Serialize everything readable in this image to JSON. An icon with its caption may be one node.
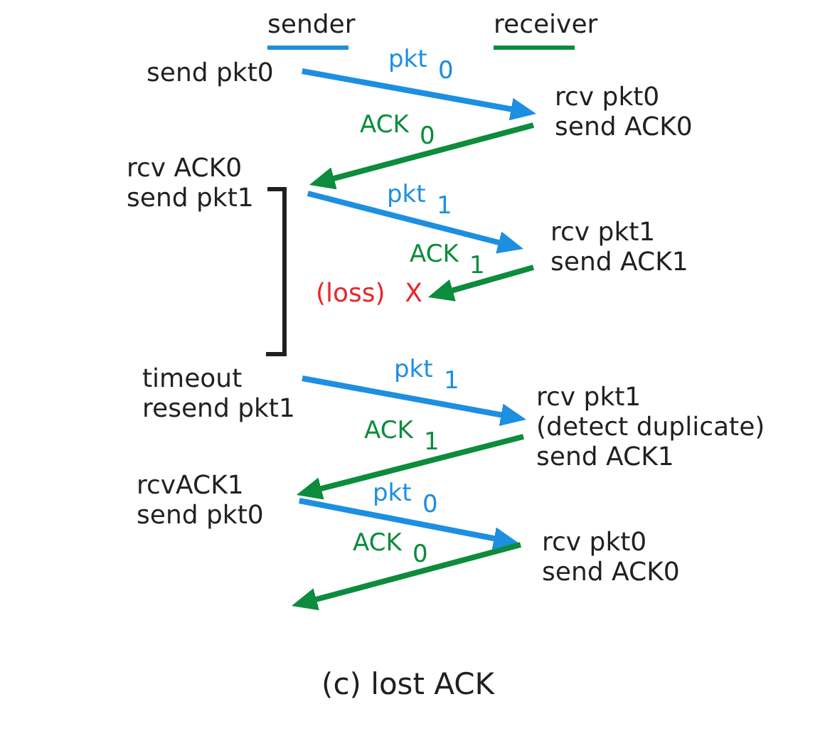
{
  "diagram": {
    "caption": "(c) lost ACK",
    "nodes": [
      {
        "text": [
          "send pkt0"
        ]
      },
      {
        "text": [
          "rcv pkt0 send ACK0"
        ]
      },
      {
        "text": [
          "rcv ACK0 send pkt1"
        ]
      },
      {
        "text": [
          "rcv pkt1 send ACK1"
        ]
      },
      {
        "text": [
          "(loss) X"
        ]
      },
      {
        "text": [
          "timeout resend pkt1"
        ]
      },
      {
        "text": [
          "rcv pkt1 (detect duplicate) send ACK1"
        ]
      },
      {
        "text": [
          "rcvACK1 send pkt0"
        ]
      },
      {
        "text": [
          "rcv pkt0 send ACK0"
        ]
      }
    ],
    "edges": [
      {
        "from": 0,
        "to": 1,
        "arrow": "to",
        "label": "pkt$_{0}$",
        "color": "#1d8fe1"
      },
      {
        "from": 1,
        "to": 2,
        "arrow": "to",
        "label": "ACK$_{0}$",
        "color": "#0c8c3c"
      },
      {
        "from": 2,
        "to": 3,
        "arrow": "to",
        "label": "pkt$_{1}$",
        "color": "#1d8fe1"
      },
      {
        "from": 3,
        "to": 4,
        "arrow": "to",
        "label": "ACK$_{1}$",
        "color": "#0c8c3c"
      },
      {
        "from": 5,
        "to": 6,
        "arrow": "to",
        "label": "pkt$_{1}$",
        "color": "#1d8fe1"
      },
      {
        "from": 6,
        "to": 7,
        "arrow": "to",
        "label": "ACK$_{1}$",
        "color": "#0c8c3c"
      },
      {
        "from": 7,
        "to": 8,
        "arrow": "to",
        "label": "pkt$_{0}$",
        "color": "#1d8fe1"
      },
      {
        "from": 8,
        "to": null,
        "arrow": "to",
        "label": "ACK$_{0}$",
        "color": "#0c8c3c"
      }
    ],
    "legend": [
      {
        "text": "sender"
      },
      {
        "text": "receiver"
      }
    ]
  }
}
